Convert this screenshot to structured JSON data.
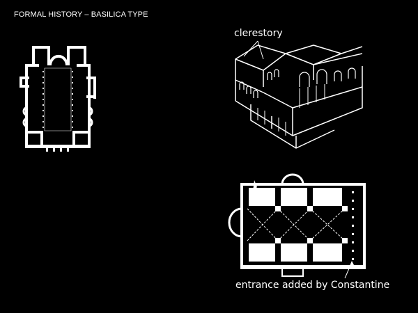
{
  "slide": {
    "title": "FORMAL HISTORY – BASILICA TYPE",
    "background": "#000000",
    "foreground": "#ffffff"
  },
  "figures": {
    "plan_left": {
      "icon": "basilica-floor-plan"
    },
    "axonometric": {
      "icon": "basilica-axonometric-drawing",
      "label": "clerestory"
    },
    "plan_right": {
      "icon": "basilica-vaulted-plan",
      "label": "entrance added by Constantine"
    }
  }
}
